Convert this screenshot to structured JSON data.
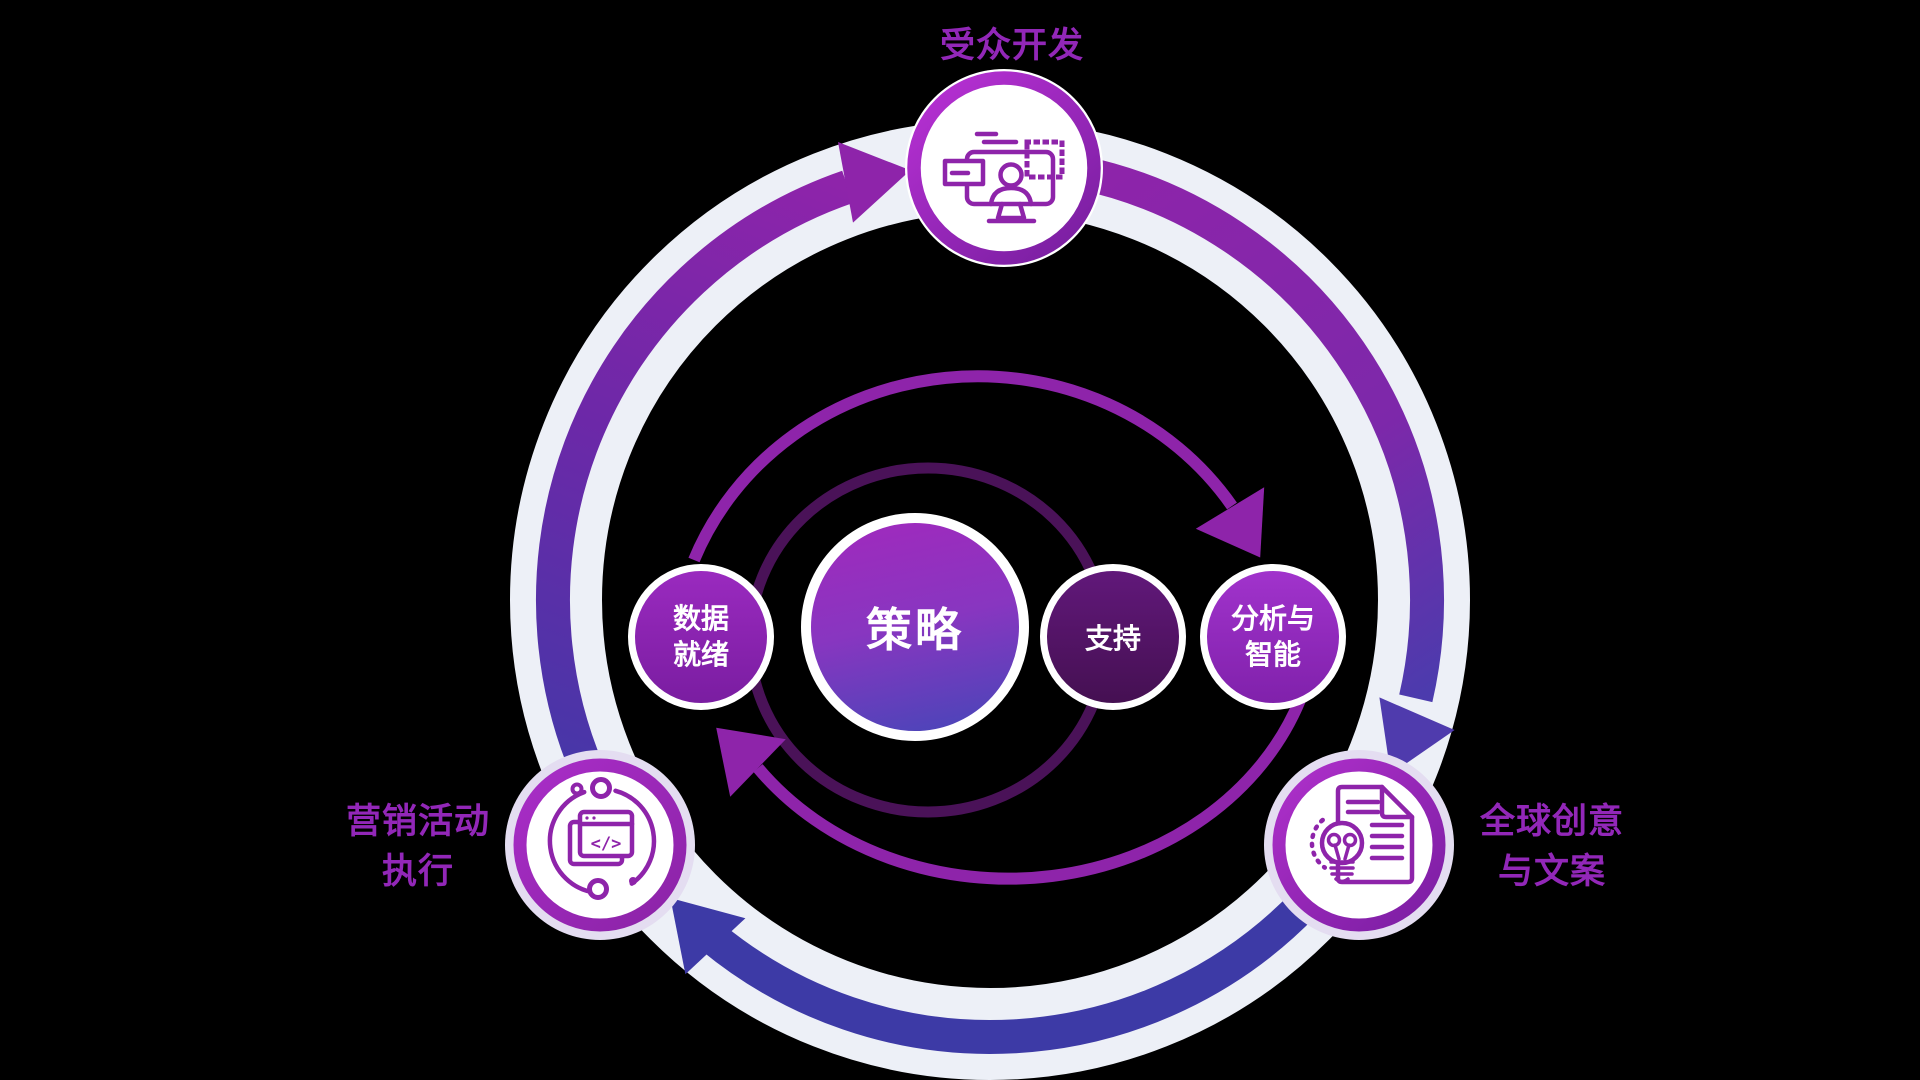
{
  "outer_cycle": {
    "top_node": {
      "label": "受众开发",
      "icon": "audience-monitor-icon"
    },
    "bottom_right_node": {
      "label_line1": "全球创意",
      "label_line2": "与文案",
      "icon": "document-lightbulb-icon"
    },
    "bottom_left_node": {
      "label_line1": "营销活动",
      "label_line2": "执行",
      "icon": "browser-code-icon",
      "icon_glyph": "</>"
    }
  },
  "center_cluster": {
    "strategy": {
      "label": "策略"
    },
    "data_readiness": {
      "label_line1": "数据",
      "label_line2": "就绪"
    },
    "support": {
      "label": "支持"
    },
    "analytics": {
      "label_line1": "分析与",
      "label_line2": "智能"
    }
  },
  "colors": {
    "background": "#000000",
    "outer_track": "#edf0f7",
    "arrow_purple": "#8e24aa",
    "arrow_indigo": "#3d3aa6",
    "inner_arc_bright": "#8e24aa",
    "inner_arc_dark": "#4a1258",
    "label_text": "#9227b8",
    "circle_text": "#ffffff",
    "icon_stroke": "#8e24aa",
    "strategy_gradient_top": "#a129bd",
    "strategy_gradient_bottom": "#4646b8",
    "data_gradient": [
      "#9a2abf",
      "#7a1da1"
    ],
    "support_gradient": [
      "#61187a",
      "#451052"
    ],
    "analytics_gradient": [
      "#a133cc",
      "#8021ab"
    ]
  }
}
